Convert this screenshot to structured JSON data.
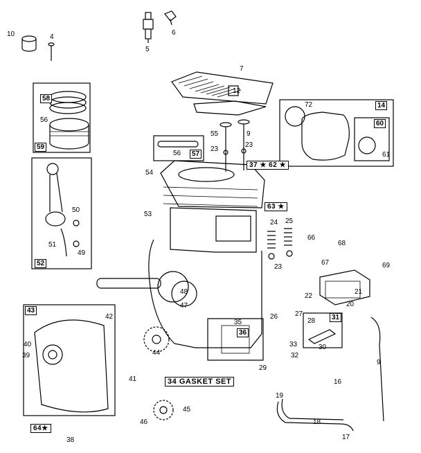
{
  "diagram": {
    "labels": {
      "p1": "10",
      "p2": "4",
      "p3": "5",
      "p4": "6",
      "p5": "7",
      "p6": "12",
      "p7": "58",
      "p8": "56",
      "p9": "59",
      "p10": "55",
      "p11": "9",
      "p12": "23",
      "p13": "23",
      "p14": "56",
      "p15": "57",
      "p16": "37",
      "p17": "62",
      "p18": "72",
      "p19": "14",
      "p20": "60",
      "p21": "61",
      "p22": "54",
      "p23": "53",
      "p24": "63",
      "p25": "50",
      "p26": "51",
      "p27": "49",
      "p28": "52",
      "p29": "24",
      "p30": "25",
      "p31": "66",
      "p32": "68",
      "p33": "67",
      "p34": "69",
      "p35": "23",
      "p36": "48",
      "p37": "47",
      "p38": "22",
      "p39": "21",
      "p40": "20",
      "p41": "43",
      "p42": "42",
      "p43": "40",
      "p44": "39",
      "p45": "44",
      "p46": "35",
      "p47": "36",
      "p48": "26",
      "p49": "27",
      "p50": "28",
      "p51": "31",
      "p52": "33",
      "p53": "30",
      "p54": "32",
      "p55": "29",
      "p56": "9",
      "p57": "34",
      "p58": "GASKET SET",
      "p59": "16",
      "p60": "19",
      "p61": "41",
      "p62": "45",
      "p63": "46",
      "p64": "18",
      "p65": "64",
      "p66": "38",
      "p67": "17"
    },
    "star": "★"
  }
}
